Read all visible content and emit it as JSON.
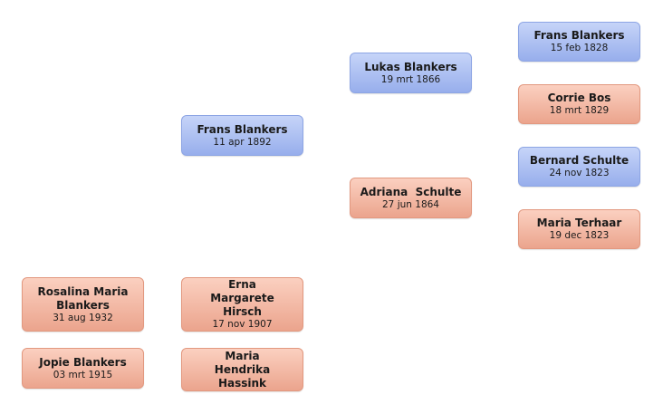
{
  "persons": {
    "frans_1892": {
      "name": "Frans Blankers",
      "date": "11 apr 1892"
    },
    "lukas_1866": {
      "name": "Lukas Blankers",
      "date": "19 mrt 1866"
    },
    "adriana_1864": {
      "name": "Adriana  Schulte",
      "date": "27 jun 1864"
    },
    "frans_1828": {
      "name": "Frans Blankers",
      "date": "15 feb 1828"
    },
    "corrie_1829": {
      "name": "Corrie Bos",
      "date": "18 mrt 1829"
    },
    "bernard_1823": {
      "name": "Bernard Schulte",
      "date": "24 nov 1823"
    },
    "maria_terhaar_1823": {
      "name": "Maria Terhaar",
      "date": "19 dec 1823"
    },
    "rosalina_1932": {
      "name": "Rosalina Maria Blankers",
      "date": "31 aug 1932"
    },
    "jopie_1915": {
      "name": "Jopie Blankers",
      "date": "03 mrt 1915"
    },
    "erna_1907": {
      "name": "Erna Margarete Hirsch",
      "date": "17 nov 1907"
    },
    "maria_hassink": {
      "name": "Maria Hendrika Hassink",
      "date": ""
    }
  },
  "colors": {
    "male": "#a8bcf0",
    "female": "#f2b5a0"
  }
}
